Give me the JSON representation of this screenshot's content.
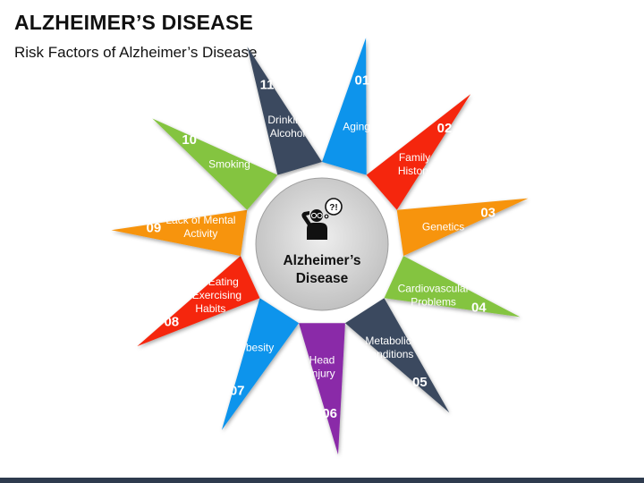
{
  "header": {
    "title": "ALZHEIMER’S DISEASE",
    "subtitle": "Risk Factors of Alzheimer’s Disease"
  },
  "center": {
    "lines": [
      "Alzheimer’s",
      "Disease"
    ],
    "icon": "person-question-icon",
    "bubble_text": "?!"
  },
  "segments": [
    {
      "num": "01",
      "lines": [
        "Aging"
      ],
      "color": "#0f94ec"
    },
    {
      "num": "02",
      "lines": [
        "Family",
        "History"
      ],
      "color": "#f5260b"
    },
    {
      "num": "03",
      "lines": [
        "Genetics"
      ],
      "color": "#f7940d"
    },
    {
      "num": "04",
      "lines": [
        "Cardiovascular",
        "Problems"
      ],
      "color": "#84c441"
    },
    {
      "num": "05",
      "lines": [
        "Metabolic",
        "Conditions"
      ],
      "color": "#3a4a5e"
    },
    {
      "num": "06",
      "lines": [
        "Head",
        "Injury"
      ],
      "color": "#8a2aa8"
    },
    {
      "num": "07",
      "lines": [
        "Obesity"
      ],
      "color": "#0f94ec"
    },
    {
      "num": "08",
      "lines": [
        "Poor Eating",
        "or Exercising",
        "Habits"
      ],
      "color": "#f5260b"
    },
    {
      "num": "09",
      "lines": [
        "Lack of Mental",
        "Activity"
      ],
      "color": "#f7940d"
    },
    {
      "num": "10",
      "lines": [
        "Smoking"
      ],
      "color": "#84c441"
    },
    {
      "num": "11",
      "lines": [
        "Drinking",
        "Alcohol"
      ],
      "color": "#3a4a5e"
    }
  ]
}
